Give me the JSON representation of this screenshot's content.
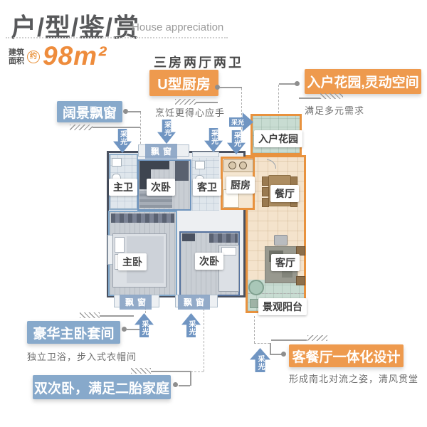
{
  "header": {
    "title": "户/型/鉴/赏",
    "subtitle": "House appreciation",
    "area_label_top": "建筑",
    "area_label_bottom": "面积",
    "area_approx": "约",
    "area_value": "98m²",
    "layout_type": "三房两厅两卫"
  },
  "callouts": {
    "bay_window": {
      "label": "阔景飘窗"
    },
    "kitchen": {
      "label": "U型厨房",
      "desc": "烹饪更得心应手"
    },
    "entry_garden": {
      "label": "入户花园,灵动空间",
      "desc": "满足多元需求"
    },
    "master_suite": {
      "label": "豪华主卧套间",
      "desc": "独立卫浴，步入式衣帽间"
    },
    "twin_bedrooms": {
      "label": "双次卧，满足二胎家庭"
    },
    "living_dining": {
      "label": "客餐厅一体化设计",
      "desc": "形成南北对流之姿，清风贯堂"
    }
  },
  "rooms": {
    "master_bath": "主卫",
    "bedroom_top": "次卧",
    "guest_bath": "客卫",
    "kitchen": "厨房",
    "entry_garden": "入户花园",
    "dining": "餐厅",
    "master_bedroom": "主卧",
    "bedroom_bottom": "次卧",
    "living": "客厅",
    "balcony": "景观阳台"
  },
  "markers": {
    "daylight": "采光",
    "bay_window": "飘窗"
  },
  "colors": {
    "accent_orange": "#EE9A4E",
    "accent_blue": "#87A9CB",
    "arrow_blue": "#7095C2",
    "plan_orange_border": "#E8923E",
    "title_gray": "#58595B",
    "text_gray": "#6E6E6E",
    "beige_floor": "#F4E3CC",
    "teal_floor": "#C8DCD2"
  }
}
